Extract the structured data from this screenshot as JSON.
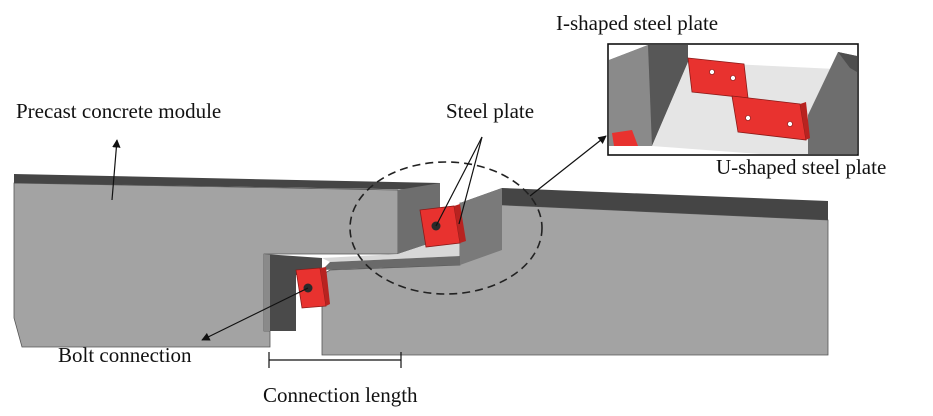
{
  "labels": {
    "i_shaped_steel_plate": "I-shaped steel plate",
    "precast_concrete_module": "Precast concrete module",
    "steel_plate": "Steel plate",
    "u_shaped_steel_plate": "U-shaped steel plate",
    "bolt_connection": "Bolt connection",
    "connection_length": "Connection length"
  },
  "colors": {
    "concrete_front": "#a3a3a3",
    "concrete_top": "#454545",
    "concrete_side": "#6e6e6e",
    "steel_plate": "#e8322f",
    "line": "#111111"
  }
}
